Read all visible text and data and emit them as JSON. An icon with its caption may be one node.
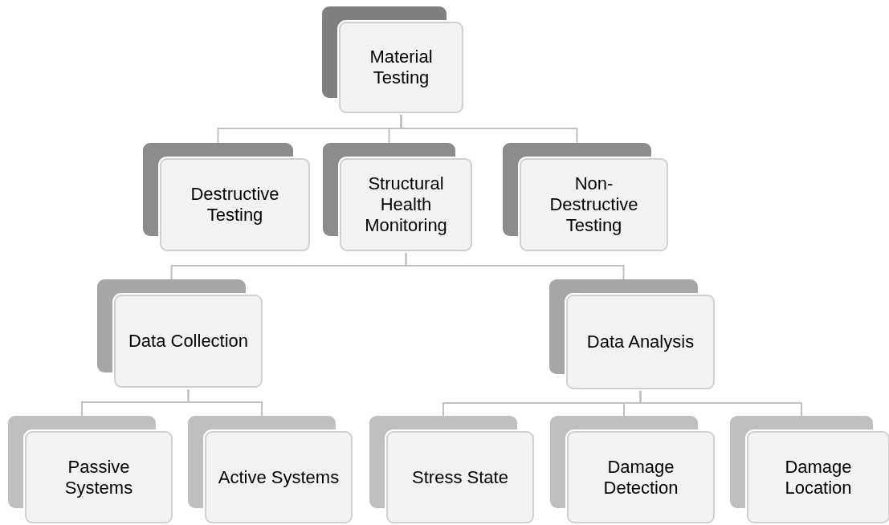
{
  "diagram": {
    "nodes": [
      {
        "text": [
          "Material Testing"
        ]
      },
      {
        "text": [
          "Destructive Testing"
        ]
      },
      {
        "text": [
          "Structural Health Monitoring"
        ]
      },
      {
        "text": [
          "Non-Destructive Testing"
        ]
      },
      {
        "text": [
          "Data Collection"
        ]
      },
      {
        "text": [
          "Data Analysis"
        ]
      },
      {
        "text": [
          "Passive Systems"
        ]
      },
      {
        "text": [
          "Active Systems"
        ]
      },
      {
        "text": [
          "Stress State"
        ]
      },
      {
        "text": [
          "Damage Detection"
        ]
      },
      {
        "text": [
          "Damage Location"
        ]
      }
    ],
    "edges": [
      {
        "from": 0,
        "to": 1,
        "arrow": "none"
      },
      {
        "from": 0,
        "to": 2,
        "arrow": "none"
      },
      {
        "from": 0,
        "to": 3,
        "arrow": "none"
      },
      {
        "from": 2,
        "to": 4,
        "arrow": "none"
      },
      {
        "from": 2,
        "to": 5,
        "arrow": "none"
      },
      {
        "from": 4,
        "to": 6,
        "arrow": "none"
      },
      {
        "from": 4,
        "to": 7,
        "arrow": "none"
      },
      {
        "from": 5,
        "to": 8,
        "arrow": "none"
      },
      {
        "from": 5,
        "to": 9,
        "arrow": "none"
      },
      {
        "from": 5,
        "to": 10,
        "arrow": "none"
      }
    ]
  }
}
